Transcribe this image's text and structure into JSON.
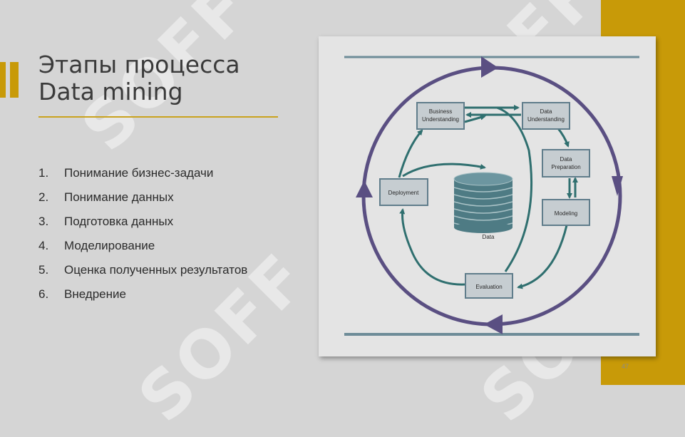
{
  "slide": {
    "title_line1": "Этапы процесса",
    "title_line2": "Data mining",
    "steps": [
      {
        "num": "1.",
        "text": "Понимание бизнес-задачи"
      },
      {
        "num": "2.",
        "text": "Понимание данных"
      },
      {
        "num": "3.",
        "text": "Подготовка данных"
      },
      {
        "num": "4.",
        "text": "Моделирование"
      },
      {
        "num": "5.",
        "text": "Оценка полученных результатов"
      },
      {
        "num": "6.",
        "text": "Внедрение"
      }
    ],
    "page_number": "47",
    "watermark": "SOFF"
  },
  "diagram": {
    "nodes": {
      "business_line1": "Business",
      "business_line2": "Understanding",
      "data_line1": "Data",
      "data_line2": "Understanding",
      "prep_line1": "Data",
      "prep_line2": "Preparation",
      "modeling": "Modeling",
      "evaluation": "Evaluation",
      "deployment": "Deployment",
      "data_store": "Data"
    }
  },
  "colors": {
    "gold": "#c89a08",
    "outer_cycle": "#5a4f82",
    "inner_arrows": "#2f6f6f",
    "cylinder": "#4e7b84"
  }
}
